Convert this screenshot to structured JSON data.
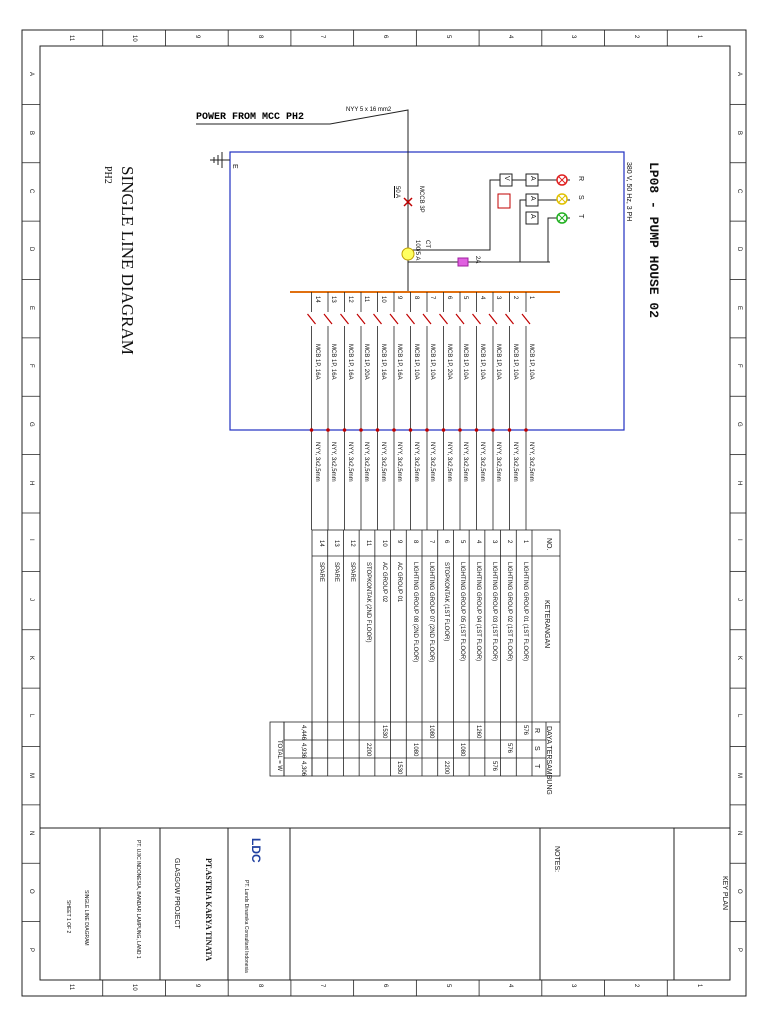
{
  "header": {
    "title": "LP08 - PUMP HOUSE 02",
    "subtitle": "380 V, 50 Hz, 3 PH"
  },
  "incoming": {
    "label": "POWER FROM MCC PH2",
    "cable": "NYY 5 x 16 mm2",
    "earth": "E"
  },
  "main_breaker": {
    "label": "MCCB 3P",
    "rating": "50 A"
  },
  "ct": {
    "label": "CT",
    "ratio": "100/5 A"
  },
  "fuse": {
    "label": "2A"
  },
  "meters": {
    "v_label": "V",
    "a_label": "A"
  },
  "phase_lamps": [
    {
      "label": "R",
      "color": "#e02020"
    },
    {
      "label": "S",
      "color": "#e0c000"
    },
    {
      "label": "T",
      "color": "#20b020"
    }
  ],
  "drawing_title": "SINGLE LINE DIAGRAM",
  "drawing_subtitle": "PH2",
  "circuits": [
    {
      "no": "1",
      "mcb": "MCB 1P, 10A",
      "cable": "NYY, 3x2,5mm"
    },
    {
      "no": "2",
      "mcb": "MCB 1P, 10A",
      "cable": "NYY, 3x2,5mm"
    },
    {
      "no": "3",
      "mcb": "MCB 1P, 10A",
      "cable": "NYY, 3x2,5mm"
    },
    {
      "no": "4",
      "mcb": "MCB 1P, 10A",
      "cable": "NYY, 3x2,5mm"
    },
    {
      "no": "5",
      "mcb": "MCB 1P, 10A",
      "cable": "NYY, 3x2,5mm"
    },
    {
      "no": "6",
      "mcb": "MCB 1P, 20A",
      "cable": "NYY, 3x2,5mm"
    },
    {
      "no": "7",
      "mcb": "MCB 1P, 10A",
      "cable": "NYY, 3x2,5mm"
    },
    {
      "no": "8",
      "mcb": "MCB 1P, 10A",
      "cable": "NYY, 3x2,5mm"
    },
    {
      "no": "9",
      "mcb": "MCB 1P, 16A",
      "cable": "NYY, 3x2,5mm"
    },
    {
      "no": "10",
      "mcb": "MCB 1P, 16A",
      "cable": "NYY, 3x2,5mm"
    },
    {
      "no": "11",
      "mcb": "MCB 1P, 20A",
      "cable": "NYY, 3x2,5mm"
    },
    {
      "no": "12",
      "mcb": "MCB 1P, 16A",
      "cable": "NYY, 3x2,5mm"
    },
    {
      "no": "13",
      "mcb": "MCB 1P, 16A",
      "cable": "NYY, 3x2,5mm"
    },
    {
      "no": "14",
      "mcb": "MCB 1P, 16A",
      "cable": "NYY, 3x2,5mm"
    }
  ],
  "load_table": {
    "header_no": "NO.",
    "header_desc": "KETERANGAN",
    "header_power": "DAYA TERSAMBUNG",
    "phase_headers": [
      "R",
      "S",
      "T"
    ],
    "rows": [
      {
        "no": "1",
        "desc": "LIGHTING GROUP 01 (1ST FLOOR)",
        "r": "576",
        "s": "",
        "t": ""
      },
      {
        "no": "2",
        "desc": "LIGHTING GROUP 02 (1ST FLOOR)",
        "r": "",
        "s": "576",
        "t": ""
      },
      {
        "no": "3",
        "desc": "LIGHTING GROUP 03 (1ST FLOOR)",
        "r": "",
        "s": "",
        "t": "576"
      },
      {
        "no": "4",
        "desc": "LIGHTING GROUP 04 (1ST FLOOR)",
        "r": "1260",
        "s": "",
        "t": ""
      },
      {
        "no": "5",
        "desc": "LIGHTING GROUP 05 (1ST FLOOR)",
        "r": "",
        "s": "1080",
        "t": ""
      },
      {
        "no": "6",
        "desc": "STOPKONTAK (1ST FLOOR)",
        "r": "",
        "s": "",
        "t": "2200"
      },
      {
        "no": "7",
        "desc": "LIGHTING GROUP 07 (2ND FLOOR)",
        "r": "1080",
        "s": "",
        "t": ""
      },
      {
        "no": "8",
        "desc": "LIGHTING GROUP 08 (2ND FLOOR)",
        "r": "",
        "s": "1080",
        "t": ""
      },
      {
        "no": "9",
        "desc": "AC GROUP 01",
        "r": "",
        "s": "",
        "t": "1530"
      },
      {
        "no": "10",
        "desc": "AC GROUP 02",
        "r": "1530",
        "s": "",
        "t": ""
      },
      {
        "no": "11",
        "desc": "STOPKONTAK (2ND FLOOR)",
        "r": "",
        "s": "2200",
        "t": ""
      },
      {
        "no": "12",
        "desc": "SPARE",
        "r": "",
        "s": "",
        "t": ""
      },
      {
        "no": "13",
        "desc": "SPARE",
        "r": "",
        "s": "",
        "t": ""
      },
      {
        "no": "14",
        "desc": "SPARE",
        "r": "",
        "s": "",
        "t": ""
      }
    ],
    "totals": {
      "r": "4,446",
      "s": "4,936",
      "t": "4,306"
    },
    "total_label": "TOTAL = W"
  },
  "border": {
    "numbers": [
      "11",
      "10",
      "9",
      "8",
      "7",
      "6",
      "5",
      "4",
      "3",
      "2",
      "1"
    ],
    "letters": [
      "A",
      "B",
      "C",
      "D",
      "E",
      "F",
      "G",
      "H",
      "I",
      "J",
      "K",
      "L",
      "M",
      "N",
      "O",
      "P"
    ]
  },
  "keyplan": "KEY PLAN",
  "notes": "NOTES:",
  "title_block": {
    "consultant_short": "LDC",
    "consultant_name": "PT. Lands Dinamika Consultant Indonesia",
    "contractor_short": "PT.ASTRIA KARYA TINATA",
    "project": "GLASGOW PROJECT",
    "location": "PT. UJIC INDONESIA, BANDAR LAMPUNG, LAND 1",
    "drawing_title": "SINGLE LINE DIAGRAM",
    "sheet": "SHEET 1 OF 2"
  }
}
